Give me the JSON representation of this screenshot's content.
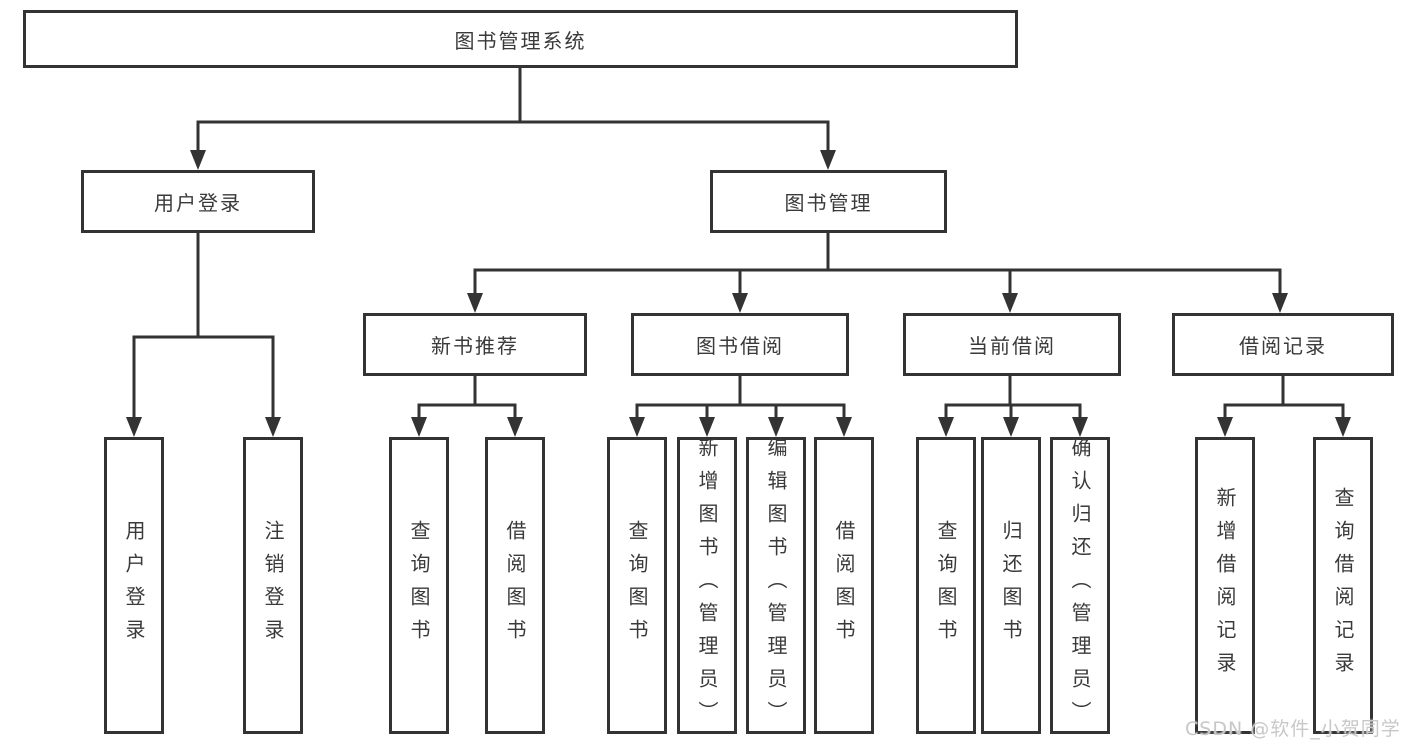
{
  "colors": {
    "line": "#333333",
    "text": "#3a3a3a",
    "background": "#ffffff",
    "watermark": "#c8c8c8"
  },
  "tree": {
    "label": "图书管理系统",
    "children": [
      {
        "label": "用户登录",
        "children": [
          {
            "label": "用户登录"
          },
          {
            "label": "注销登录"
          }
        ]
      },
      {
        "label": "图书管理",
        "children": [
          {
            "label": "新书推荐",
            "children": [
              {
                "label": "查询图书"
              },
              {
                "label": "借阅图书"
              }
            ]
          },
          {
            "label": "图书借阅",
            "children": [
              {
                "label": "查询图书"
              },
              {
                "label": "新增图书（管理员）"
              },
              {
                "label": "编辑图书（管理员）"
              },
              {
                "label": "借阅图书"
              }
            ]
          },
          {
            "label": "当前借阅",
            "children": [
              {
                "label": "查询图书"
              },
              {
                "label": "归还图书"
              },
              {
                "label": "确认归还（管理员）"
              }
            ]
          },
          {
            "label": "借阅记录",
            "children": [
              {
                "label": "新增借阅记录"
              },
              {
                "label": "查询借阅记录"
              }
            ]
          }
        ]
      }
    ]
  },
  "watermark": {
    "text": "CSDN @软件_小贺同学"
  }
}
